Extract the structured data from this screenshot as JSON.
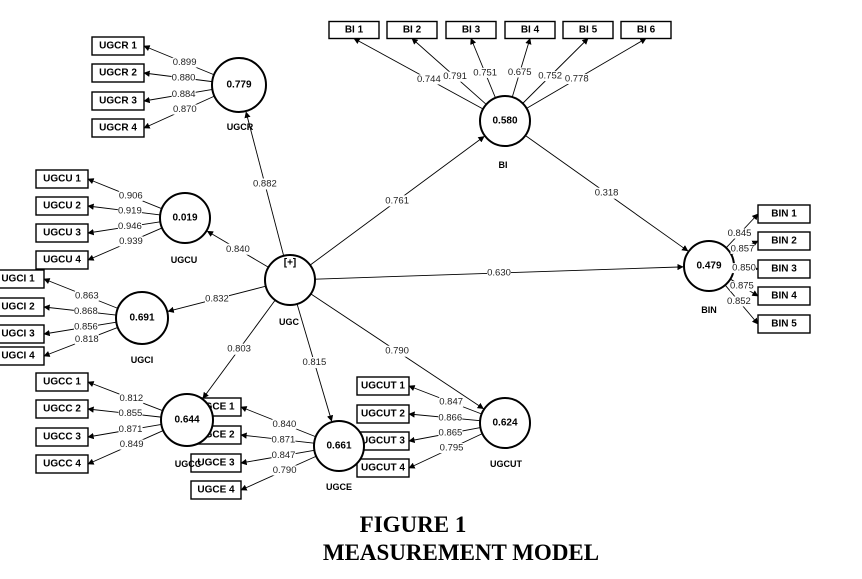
{
  "caption": {
    "line1": "FIGURE 1",
    "line2": "MEASUREMENT MODEL"
  },
  "constructs": [
    {
      "id": "UGC",
      "value": "[+]",
      "label": "UGC"
    },
    {
      "id": "UGCR",
      "value": "0.779",
      "label": "UGCR"
    },
    {
      "id": "UGCU",
      "value": "0.019",
      "label": "UGCU"
    },
    {
      "id": "UGCI",
      "value": "0.691",
      "label": "UGCI"
    },
    {
      "id": "UGCC",
      "value": "0.644",
      "label": "UGCC"
    },
    {
      "id": "UGCE",
      "value": "0.661",
      "label": "UGCE"
    },
    {
      "id": "UGCUT",
      "value": "0.624",
      "label": "UGCUT"
    },
    {
      "id": "BI",
      "value": "0.580",
      "label": "BI"
    },
    {
      "id": "BIN",
      "value": "0.479",
      "label": "BIN"
    }
  ],
  "paths": [
    {
      "from": "UGC",
      "to": "UGCR",
      "coef": "0.882"
    },
    {
      "from": "UGC",
      "to": "UGCU",
      "coef": "0.840"
    },
    {
      "from": "UGC",
      "to": "UGCI",
      "coef": "0.832"
    },
    {
      "from": "UGC",
      "to": "UGCC",
      "coef": "0.803"
    },
    {
      "from": "UGC",
      "to": "UGCE",
      "coef": "0.815"
    },
    {
      "from": "UGC",
      "to": "UGCUT",
      "coef": "0.790"
    },
    {
      "from": "UGC",
      "to": "BI",
      "coef": "0.761"
    },
    {
      "from": "UGC",
      "to": "BIN",
      "coef": "0.630"
    },
    {
      "from": "BI",
      "to": "BIN",
      "coef": "0.318"
    }
  ],
  "indicators": [
    {
      "construct": "UGCR",
      "items": [
        {
          "label": "UGCR 1",
          "loading": "0.899"
        },
        {
          "label": "UGCR 2",
          "loading": "0.880"
        },
        {
          "label": "UGCR 3",
          "loading": "0.884"
        },
        {
          "label": "UGCR 4",
          "loading": "0.870"
        }
      ]
    },
    {
      "construct": "UGCU",
      "items": [
        {
          "label": "UGCU 1",
          "loading": "0.906"
        },
        {
          "label": "UGCU 2",
          "loading": "0.919"
        },
        {
          "label": "UGCU 3",
          "loading": "0.946"
        },
        {
          "label": "UGCU 4",
          "loading": "0.939"
        }
      ]
    },
    {
      "construct": "UGCI",
      "items": [
        {
          "label": "UGCI 1",
          "loading": "0.863"
        },
        {
          "label": "UGCI 2",
          "loading": "0.868"
        },
        {
          "label": "UGCI 3",
          "loading": "0.856"
        },
        {
          "label": "UGCI 4",
          "loading": "0.818"
        }
      ]
    },
    {
      "construct": "UGCC",
      "items": [
        {
          "label": "UGCC 1",
          "loading": "0.812"
        },
        {
          "label": "UGCC 2",
          "loading": "0.855"
        },
        {
          "label": "UGCC 3",
          "loading": "0.871"
        },
        {
          "label": "UGCC 4",
          "loading": "0.849"
        }
      ]
    },
    {
      "construct": "UGCE",
      "items": [
        {
          "label": "UGCE 1",
          "loading": "0.840"
        },
        {
          "label": "UGCE 2",
          "loading": "0.871"
        },
        {
          "label": "UGCE 3",
          "loading": "0.847"
        },
        {
          "label": "UGCE 4",
          "loading": "0.790"
        }
      ]
    },
    {
      "construct": "UGCUT",
      "items": [
        {
          "label": "UGCUT 1",
          "loading": "0.847"
        },
        {
          "label": "UGCUT 2",
          "loading": "0.866"
        },
        {
          "label": "UGCUT 3",
          "loading": "0.865"
        },
        {
          "label": "UGCUT 4",
          "loading": "0.795"
        }
      ]
    },
    {
      "construct": "BI",
      "items": [
        {
          "label": "BI 1",
          "loading": "0.744"
        },
        {
          "label": "BI 2",
          "loading": "0.791"
        },
        {
          "label": "BI 3",
          "loading": "0.751"
        },
        {
          "label": "BI 4",
          "loading": "0.675"
        },
        {
          "label": "BI 5",
          "loading": "0.752"
        },
        {
          "label": "BI 6",
          "loading": "0.778"
        }
      ]
    },
    {
      "construct": "BIN",
      "items": [
        {
          "label": "BIN 1",
          "loading": "0.845"
        },
        {
          "label": "BIN 2",
          "loading": "0.857"
        },
        {
          "label": "BIN 3",
          "loading": "0.850"
        },
        {
          "label": "BIN 4",
          "loading": "0.875"
        },
        {
          "label": "BIN 5",
          "loading": "0.852"
        }
      ]
    }
  ]
}
